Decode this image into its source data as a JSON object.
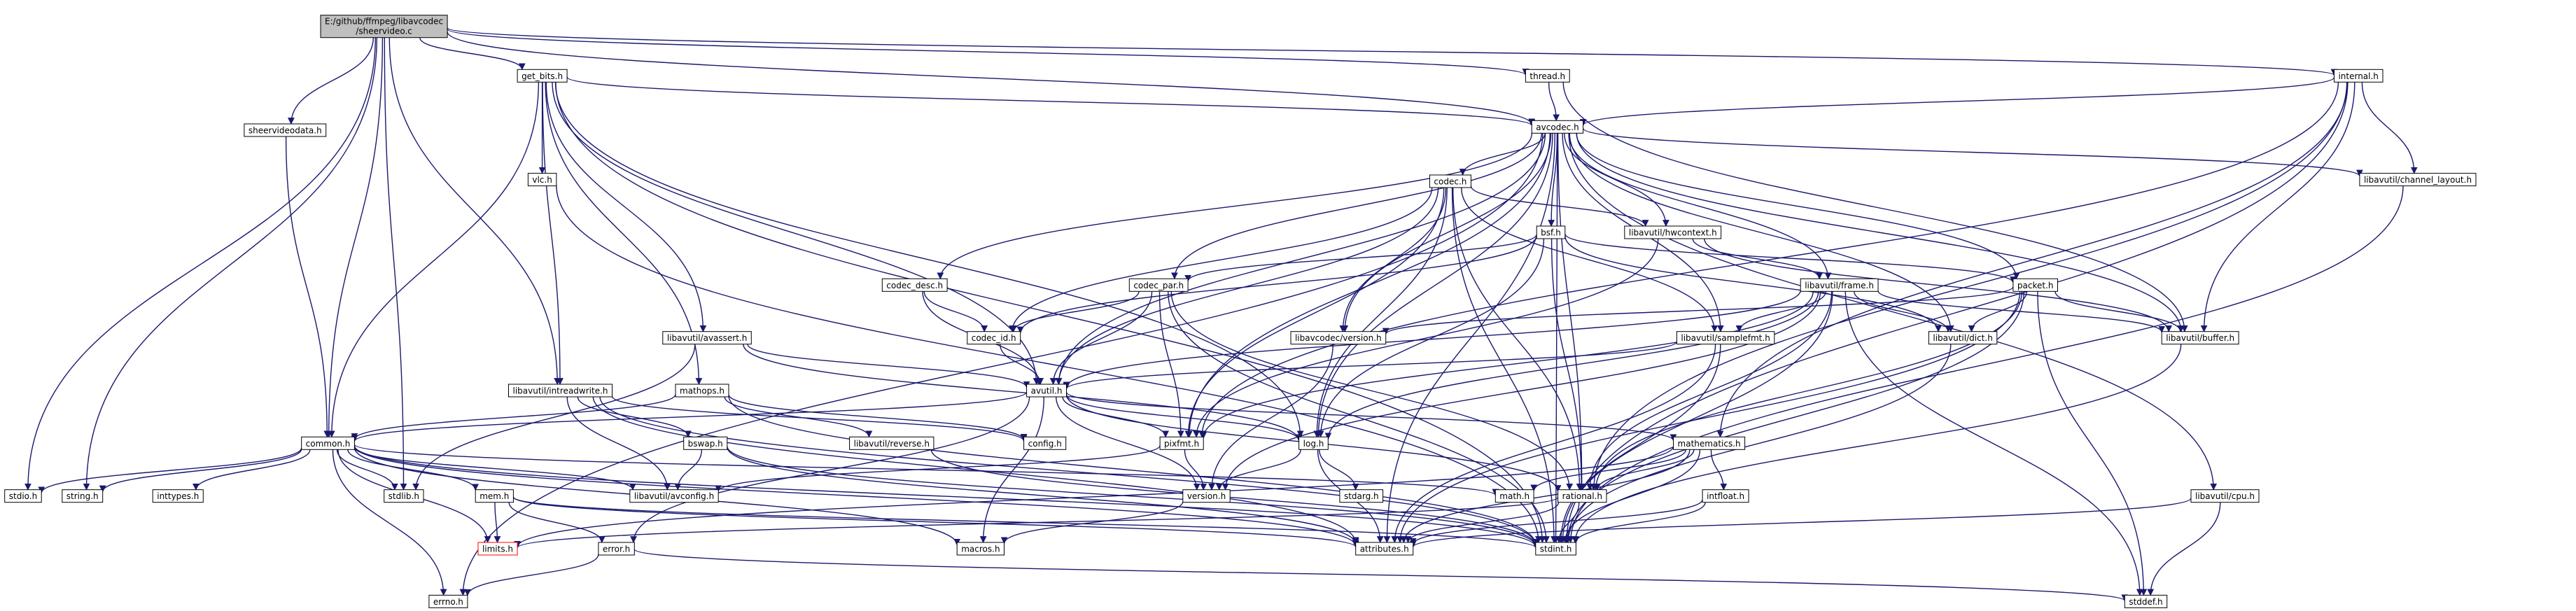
{
  "theme": {
    "edge_color": "#191970",
    "node_fill": "#ffffff",
    "node_border": "#000000",
    "root_fill": "#bfbfbf",
    "missing_border": "#ff0000"
  },
  "graph": {
    "nodes": [
      {
        "id": "root",
        "label": [
          "E:/github/ffmpeg/libavcodec",
          "/sheervideo.c"
        ],
        "kind": "root"
      },
      {
        "id": "get_bits",
        "label": [
          "get_bits.h"
        ]
      },
      {
        "id": "thread",
        "label": [
          "thread.h"
        ]
      },
      {
        "id": "internal",
        "label": [
          "internal.h"
        ]
      },
      {
        "id": "sheervideodata",
        "label": [
          "sheervideodata.h"
        ]
      },
      {
        "id": "vlc",
        "label": [
          "vlc.h"
        ]
      },
      {
        "id": "avcodec",
        "label": [
          "avcodec.h"
        ]
      },
      {
        "id": "codec",
        "label": [
          "codec.h"
        ]
      },
      {
        "id": "bsf",
        "label": [
          "bsf.h"
        ]
      },
      {
        "id": "hwcontext",
        "label": [
          "libavutil/hwcontext.h"
        ]
      },
      {
        "id": "channel_layout",
        "label": [
          "libavutil/channel_layout.h"
        ]
      },
      {
        "id": "codec_desc",
        "label": [
          "codec_desc.h"
        ]
      },
      {
        "id": "codec_par",
        "label": [
          "codec_par.h"
        ]
      },
      {
        "id": "frame",
        "label": [
          "libavutil/frame.h"
        ]
      },
      {
        "id": "packet",
        "label": [
          "packet.h"
        ]
      },
      {
        "id": "avassert",
        "label": [
          "libavutil/avassert.h"
        ]
      },
      {
        "id": "codec_id",
        "label": [
          "codec_id.h"
        ]
      },
      {
        "id": "lavc_version",
        "label": [
          "libavcodec/version.h"
        ]
      },
      {
        "id": "samplefmt",
        "label": [
          "libavutil/samplefmt.h"
        ]
      },
      {
        "id": "dict",
        "label": [
          "libavutil/dict.h"
        ]
      },
      {
        "id": "buffer",
        "label": [
          "libavutil/buffer.h"
        ]
      },
      {
        "id": "intreadwrite",
        "label": [
          "libavutil/intreadwrite.h"
        ]
      },
      {
        "id": "avutil",
        "label": [
          "avutil.h"
        ]
      },
      {
        "id": "mathops",
        "label": [
          "mathops.h"
        ]
      },
      {
        "id": "common",
        "label": [
          "common.h"
        ]
      },
      {
        "id": "config",
        "label": [
          "config.h"
        ]
      },
      {
        "id": "pixfmt",
        "label": [
          "pixfmt.h"
        ]
      },
      {
        "id": "log",
        "label": [
          "log.h"
        ]
      },
      {
        "id": "mathematics",
        "label": [
          "mathematics.h"
        ]
      },
      {
        "id": "bswap",
        "label": [
          "bswap.h"
        ]
      },
      {
        "id": "reverse",
        "label": [
          "libavutil/reverse.h"
        ]
      },
      {
        "id": "stdio",
        "label": [
          "stdio.h"
        ]
      },
      {
        "id": "string",
        "label": [
          "string.h"
        ]
      },
      {
        "id": "inttypes",
        "label": [
          "inttypes.h"
        ]
      },
      {
        "id": "stdlib",
        "label": [
          "stdlib.h"
        ]
      },
      {
        "id": "avconfig",
        "label": [
          "libavutil/avconfig.h"
        ]
      },
      {
        "id": "mem",
        "label": [
          "mem.h"
        ]
      },
      {
        "id": "math",
        "label": [
          "math.h"
        ]
      },
      {
        "id": "version",
        "label": [
          "version.h"
        ]
      },
      {
        "id": "stdarg",
        "label": [
          "stdarg.h"
        ]
      },
      {
        "id": "rational",
        "label": [
          "rational.h"
        ]
      },
      {
        "id": "intfloat",
        "label": [
          "intfloat.h"
        ]
      },
      {
        "id": "cpu",
        "label": [
          "libavutil/cpu.h"
        ]
      },
      {
        "id": "limits",
        "label": [
          "limits.h"
        ],
        "kind": "missing"
      },
      {
        "id": "macros",
        "label": [
          "macros.h"
        ]
      },
      {
        "id": "attributes",
        "label": [
          "attributes.h"
        ]
      },
      {
        "id": "stdint",
        "label": [
          "stdint.h"
        ]
      },
      {
        "id": "error",
        "label": [
          "error.h"
        ]
      },
      {
        "id": "errno",
        "label": [
          "errno.h"
        ]
      },
      {
        "id": "stddef",
        "label": [
          "stddef.h"
        ]
      }
    ],
    "edges": [
      [
        "root",
        "get_bits"
      ],
      [
        "root",
        "thread"
      ],
      [
        "root",
        "internal"
      ],
      [
        "root",
        "sheervideodata"
      ],
      [
        "root",
        "avcodec"
      ],
      [
        "root",
        "stdio"
      ],
      [
        "root",
        "string"
      ],
      [
        "root",
        "intreadwrite"
      ],
      [
        "root",
        "stdlib"
      ],
      [
        "root",
        "common"
      ],
      [
        "get_bits",
        "vlc"
      ],
      [
        "get_bits",
        "avcodec"
      ],
      [
        "get_bits",
        "common"
      ],
      [
        "get_bits",
        "mathops"
      ],
      [
        "get_bits",
        "avassert"
      ],
      [
        "get_bits",
        "intreadwrite"
      ],
      [
        "get_bits",
        "log"
      ],
      [
        "get_bits",
        "avutil"
      ],
      [
        "get_bits",
        "stdint"
      ],
      [
        "thread",
        "avcodec"
      ],
      [
        "thread",
        "buffer"
      ],
      [
        "internal",
        "avcodec"
      ],
      [
        "internal",
        "channel_layout"
      ],
      [
        "internal",
        "buffer"
      ],
      [
        "internal",
        "mathematics"
      ],
      [
        "internal",
        "pixfmt"
      ],
      [
        "internal",
        "stdint"
      ],
      [
        "internal",
        "rational"
      ],
      [
        "sheervideodata",
        "common"
      ],
      [
        "vlc",
        "stdint"
      ],
      [
        "avcodec",
        "codec"
      ],
      [
        "avcodec",
        "bsf"
      ],
      [
        "avcodec",
        "hwcontext"
      ],
      [
        "avcodec",
        "channel_layout"
      ],
      [
        "avcodec",
        "codec_desc"
      ],
      [
        "avcodec",
        "codec_par"
      ],
      [
        "avcodec",
        "frame"
      ],
      [
        "avcodec",
        "packet"
      ],
      [
        "avcodec",
        "lavc_version"
      ],
      [
        "avcodec",
        "samplefmt"
      ],
      [
        "avcodec",
        "dict"
      ],
      [
        "avcodec",
        "buffer"
      ],
      [
        "avcodec",
        "avutil"
      ],
      [
        "avcodec",
        "cpu"
      ],
      [
        "avcodec",
        "attributes"
      ],
      [
        "avcodec",
        "pixfmt"
      ],
      [
        "avcodec",
        "log"
      ],
      [
        "avcodec",
        "rational"
      ],
      [
        "avcodec",
        "errno"
      ],
      [
        "avcodec",
        "stdint"
      ],
      [
        "codec",
        "hwcontext"
      ],
      [
        "codec",
        "codec_id"
      ],
      [
        "codec",
        "lavc_version"
      ],
      [
        "codec",
        "samplefmt"
      ],
      [
        "codec",
        "avutil"
      ],
      [
        "codec",
        "log"
      ],
      [
        "codec",
        "pixfmt"
      ],
      [
        "codec",
        "rational"
      ],
      [
        "codec",
        "stdint"
      ],
      [
        "bsf",
        "codec_par"
      ],
      [
        "bsf",
        "packet"
      ],
      [
        "bsf",
        "codec_id"
      ],
      [
        "bsf",
        "dict"
      ],
      [
        "bsf",
        "log"
      ],
      [
        "bsf",
        "rational"
      ],
      [
        "hwcontext",
        "frame"
      ],
      [
        "hwcontext",
        "buffer"
      ],
      [
        "hwcontext",
        "pixfmt"
      ],
      [
        "channel_layout",
        "stdint"
      ],
      [
        "codec_desc",
        "codec_id"
      ],
      [
        "codec_desc",
        "avutil"
      ],
      [
        "codec_par",
        "codec_id"
      ],
      [
        "codec_par",
        "avutil"
      ],
      [
        "codec_par",
        "pixfmt"
      ],
      [
        "codec_par",
        "rational"
      ],
      [
        "codec_par",
        "stdint"
      ],
      [
        "frame",
        "avutil"
      ],
      [
        "frame",
        "buffer"
      ],
      [
        "frame",
        "dict"
      ],
      [
        "frame",
        "samplefmt"
      ],
      [
        "frame",
        "rational"
      ],
      [
        "frame",
        "pixfmt"
      ],
      [
        "frame",
        "log"
      ],
      [
        "frame",
        "version"
      ],
      [
        "frame",
        "stdint"
      ],
      [
        "frame",
        "stddef"
      ],
      [
        "packet",
        "buffer"
      ],
      [
        "packet",
        "dict"
      ],
      [
        "packet",
        "lavc_version"
      ],
      [
        "packet",
        "attributes"
      ],
      [
        "packet",
        "rational"
      ],
      [
        "packet",
        "stdint"
      ],
      [
        "packet",
        "stddef"
      ],
      [
        "avassert",
        "avutil"
      ],
      [
        "avassert",
        "stdlib"
      ],
      [
        "avassert",
        "log"
      ],
      [
        "codec_id",
        "avutil"
      ],
      [
        "lavc_version",
        "version"
      ],
      [
        "samplefmt",
        "avutil"
      ],
      [
        "samplefmt",
        "attributes"
      ],
      [
        "samplefmt",
        "stdint"
      ],
      [
        "dict",
        "stdint"
      ],
      [
        "buffer",
        "stdint"
      ],
      [
        "intreadwrite",
        "avconfig"
      ],
      [
        "intreadwrite",
        "attributes"
      ],
      [
        "intreadwrite",
        "bswap"
      ],
      [
        "intreadwrite",
        "config"
      ],
      [
        "intreadwrite",
        "stdint"
      ],
      [
        "avutil",
        "common"
      ],
      [
        "avutil",
        "error"
      ],
      [
        "avutil",
        "macros"
      ],
      [
        "avutil",
        "mathematics"
      ],
      [
        "avutil",
        "rational"
      ],
      [
        "avutil",
        "version"
      ],
      [
        "avutil",
        "log"
      ],
      [
        "avutil",
        "pixfmt"
      ],
      [
        "mathops",
        "config"
      ],
      [
        "mathops",
        "common"
      ],
      [
        "mathops",
        "reverse"
      ],
      [
        "mathops",
        "stdint"
      ],
      [
        "common",
        "stdio"
      ],
      [
        "common",
        "string"
      ],
      [
        "common",
        "inttypes"
      ],
      [
        "common",
        "stdlib"
      ],
      [
        "common",
        "avconfig"
      ],
      [
        "common",
        "errno"
      ],
      [
        "common",
        "limits"
      ],
      [
        "common",
        "math"
      ],
      [
        "common",
        "mem"
      ],
      [
        "common",
        "macros"
      ],
      [
        "common",
        "attributes"
      ],
      [
        "common",
        "stdint"
      ],
      [
        "pixfmt",
        "version"
      ],
      [
        "pixfmt",
        "avconfig"
      ],
      [
        "log",
        "version"
      ],
      [
        "log",
        "stdarg"
      ],
      [
        "log",
        "attributes"
      ],
      [
        "mathematics",
        "math"
      ],
      [
        "mathematics",
        "rational"
      ],
      [
        "mathematics",
        "intfloat"
      ],
      [
        "mathematics",
        "attributes"
      ],
      [
        "mathematics",
        "limits"
      ],
      [
        "mathematics",
        "stdint"
      ],
      [
        "bswap",
        "avconfig"
      ],
      [
        "bswap",
        "attributes"
      ],
      [
        "bswap",
        "stdint"
      ],
      [
        "reverse",
        "stdint"
      ],
      [
        "mem",
        "limits"
      ],
      [
        "mem",
        "attributes"
      ],
      [
        "mem",
        "error"
      ],
      [
        "mem",
        "stdint"
      ],
      [
        "rational",
        "attributes"
      ],
      [
        "rational",
        "stdint"
      ],
      [
        "rational",
        "limits"
      ],
      [
        "intfloat",
        "attributes"
      ],
      [
        "intfloat",
        "stdint"
      ],
      [
        "cpu",
        "attributes"
      ],
      [
        "cpu",
        "stddef"
      ],
      [
        "error",
        "errno"
      ],
      [
        "error",
        "stddef"
      ],
      [
        "version",
        "macros"
      ]
    ]
  }
}
